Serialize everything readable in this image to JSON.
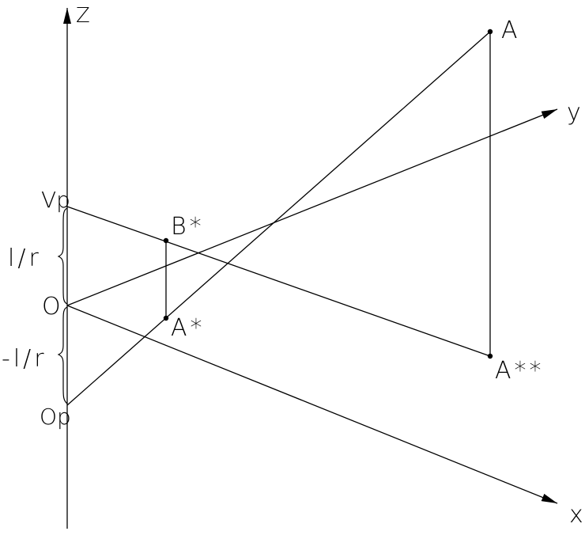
{
  "labels": {
    "z_axis": "Z",
    "y_axis": "y",
    "x_axis": "x",
    "point_a": "A",
    "point_a_double_star": "A**",
    "point_b_star": "B*",
    "point_a_star": "A*",
    "point_vp": "Vp",
    "point_o": "O",
    "point_op": "Op",
    "segment_upper": "l/r",
    "segment_lower": "-l/r"
  },
  "colors": {
    "stroke": "#000000",
    "background": "#ffffff"
  }
}
